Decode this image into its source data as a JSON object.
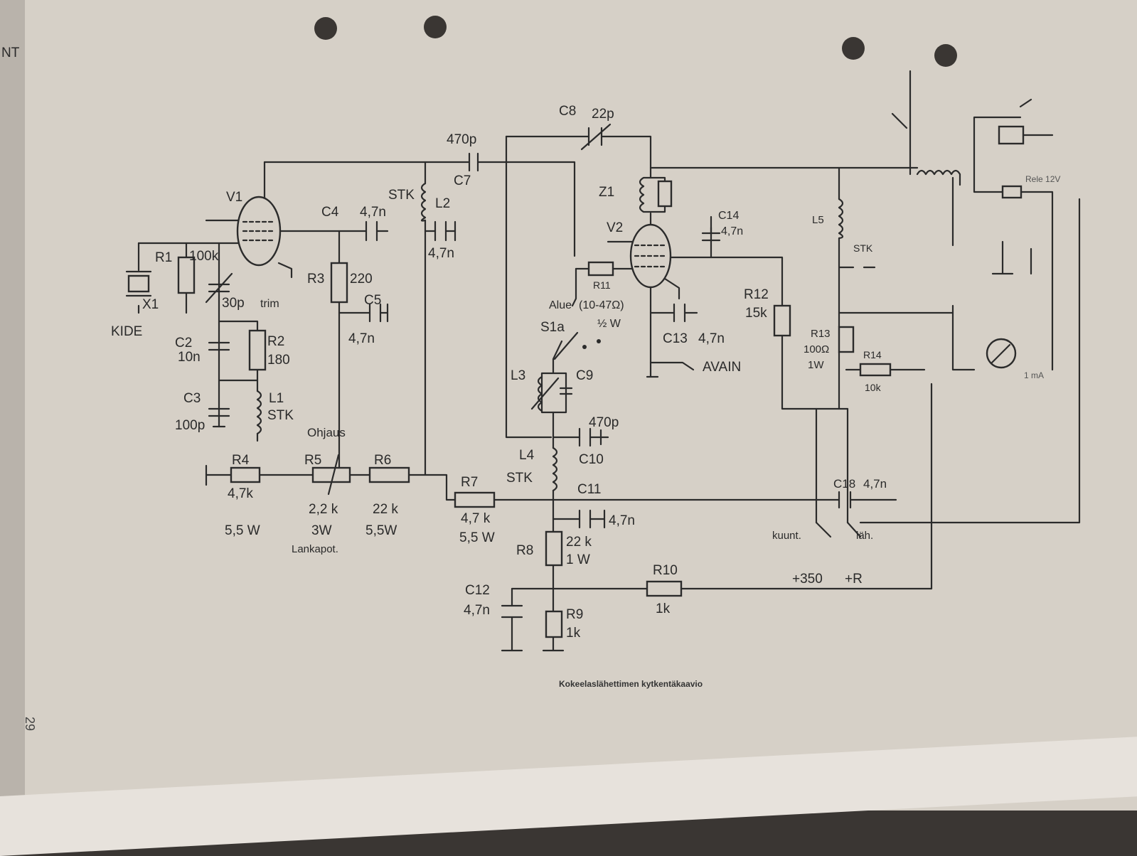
{
  "edge_text": "NT",
  "page_number": "29",
  "caption": "Kokeelaslähettimen kytkentäkaavio",
  "tubes": {
    "v1": "V1",
    "v2": "V2"
  },
  "crystal": {
    "name": "X1",
    "label": "KIDE"
  },
  "resistors": {
    "r1": {
      "name": "R1",
      "value": "100k"
    },
    "r2": {
      "name": "R2",
      "value": "180"
    },
    "r3": {
      "name": "R3",
      "value": "220"
    },
    "r4": {
      "name": "R4",
      "value": "4,7k",
      "power": "5,5 W"
    },
    "r5": {
      "name": "R5",
      "value": "2,2 k",
      "power": "3W",
      "note": "Lankapot."
    },
    "r6": {
      "name": "R6",
      "value": "22 k",
      "power": "5,5W"
    },
    "r7": {
      "name": "R7",
      "value": "4,7 k",
      "power": "5,5 W"
    },
    "r8": {
      "name": "R8",
      "value": "22 k",
      "power": "1 W"
    },
    "r9": {
      "name": "R9",
      "value": "1k"
    },
    "r10": {
      "name": "R10",
      "value": "1k"
    },
    "r11": {
      "name": "R11",
      "value": "(10-47Ω)",
      "power": "½ W"
    },
    "r12": {
      "name": "R12",
      "value": "15k"
    },
    "r13": {
      "name": "R13",
      "value": "100Ω",
      "power": "1W"
    },
    "r14": {
      "name": "R14",
      "value": "10k"
    }
  },
  "capacitors": {
    "c2": {
      "name": "C2",
      "value": "10n"
    },
    "c3": {
      "name": "C3",
      "value": "100p"
    },
    "trim": {
      "value": "30p",
      "note": "trim"
    },
    "c4": {
      "name": "C4",
      "value": "4,7n"
    },
    "c5": {
      "name": "C5",
      "value": "4,7n"
    },
    "c7": {
      "name": "C7",
      "value": "470p"
    },
    "c7b": {
      "value": "4,7n"
    },
    "c8": {
      "name": "C8",
      "value": "22p"
    },
    "c9": {
      "name": "C9"
    },
    "c10": {
      "name": "C10",
      "value": "470p"
    },
    "c11": {
      "name": "C11",
      "value": "4,7n"
    },
    "c12": {
      "name": "C12",
      "value": "4,7n"
    },
    "c13": {
      "name": "C13",
      "value": "4,7n"
    },
    "c14": {
      "name": "C14",
      "value": "4,7n"
    },
    "c18": {
      "name": "C18",
      "value": "4,7n"
    }
  },
  "inductors": {
    "l1": [
      "L1",
      "STK"
    ],
    "l2": [
      "L2",
      "STK"
    ],
    "l3": "L3",
    "l4": [
      "L4",
      "STK"
    ],
    "l5": [
      "L5",
      "STK"
    ]
  },
  "switch": {
    "name": "S1a",
    "label": "Alue"
  },
  "z1": "Z1",
  "avain": "AVAIN",
  "ohjaus": "Ohjaus",
  "supply": {
    "left": "kuunt.",
    "right": "läh.",
    "v350": "+350",
    "vr": "+R"
  },
  "meter": "1 mA",
  "relay": "Rele 12V"
}
